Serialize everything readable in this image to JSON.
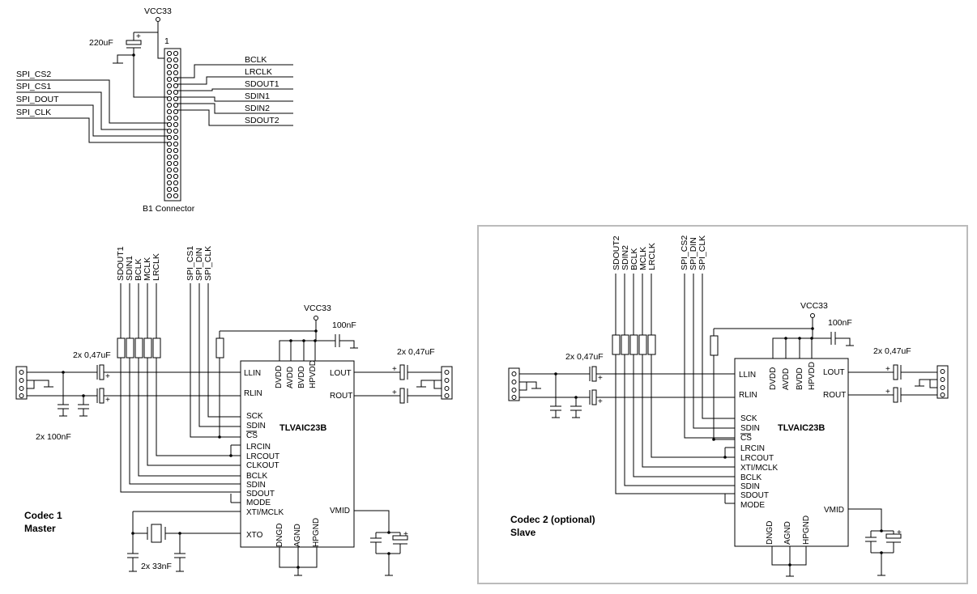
{
  "connector": {
    "vcc": "VCC33",
    "cap": "220uF",
    "pin1": "1",
    "title": "B1 Connector",
    "left_signals": [
      "SPI_CS2",
      "SPI_CS1",
      "SPI_DOUT",
      "SPI_CLK"
    ],
    "right_signals": [
      "BCLK",
      "LRCLK",
      "SDOUT1",
      "SDIN1",
      "SDIN2",
      "SDOUT2"
    ]
  },
  "codec1": {
    "label_line1": "Codec 1",
    "label_line2": "Master",
    "chip": "TLVAIC23B",
    "vcc": "VCC33",
    "decoupling": "100nF",
    "input_caps": "2x 0,47uF",
    "output_caps": "2x 0,47uF",
    "filter_caps": "2x 100nF",
    "crystal_caps": "2x 33nF",
    "top_nets_a": [
      "SDOUT1",
      "SDIN1",
      "BCLK",
      "MCLK",
      "LRCLK"
    ],
    "top_nets_b": [
      "SPI_CS1",
      "SPI_DIN",
      "SPI_CLK"
    ],
    "power_pins": [
      "DVDD",
      "AVDD",
      "BVDD",
      "HPVDD"
    ],
    "gnd_pins": [
      "DNGD",
      "AGND",
      "HPGND"
    ],
    "left_pins": [
      "LLIN",
      "RLIN",
      "SCK",
      "SDIN",
      "CS",
      "LRCIN",
      "LRCOUT",
      "CLKOUT",
      "BCLK",
      "SDIN",
      "SDOUT",
      "MODE",
      "XTI/MCLK",
      "XTO"
    ],
    "right_pins": [
      "LOUT",
      "ROUT",
      "VMID"
    ]
  },
  "codec2": {
    "label_line1": "Codec 2 (optional)",
    "label_line2": "Slave",
    "chip": "TLVAIC23B",
    "vcc": "VCC33",
    "decoupling": "100nF",
    "input_caps": "2x 0,47uF",
    "output_caps": "2x 0,47uF",
    "top_nets_a": [
      "SDOUT2",
      "SDIN2",
      "BCLK",
      "MCLK",
      "LRCLK"
    ],
    "top_nets_b": [
      "SPI_CS2",
      "SPI_DIN",
      "SPI_CLK"
    ],
    "power_pins": [
      "DVDD",
      "AVDD",
      "BVDD",
      "HPVDD"
    ],
    "gnd_pins": [
      "DNGD",
      "AGND",
      "HPGND"
    ],
    "left_pins": [
      "LLIN",
      "RLIN",
      "SCK",
      "SDIN",
      "CS",
      "LRCIN",
      "LRCOUT",
      "XTI/MCLK",
      "BCLK",
      "SDIN",
      "SDOUT",
      "MODE"
    ],
    "right_pins": [
      "LOUT",
      "ROUT",
      "VMID"
    ]
  }
}
